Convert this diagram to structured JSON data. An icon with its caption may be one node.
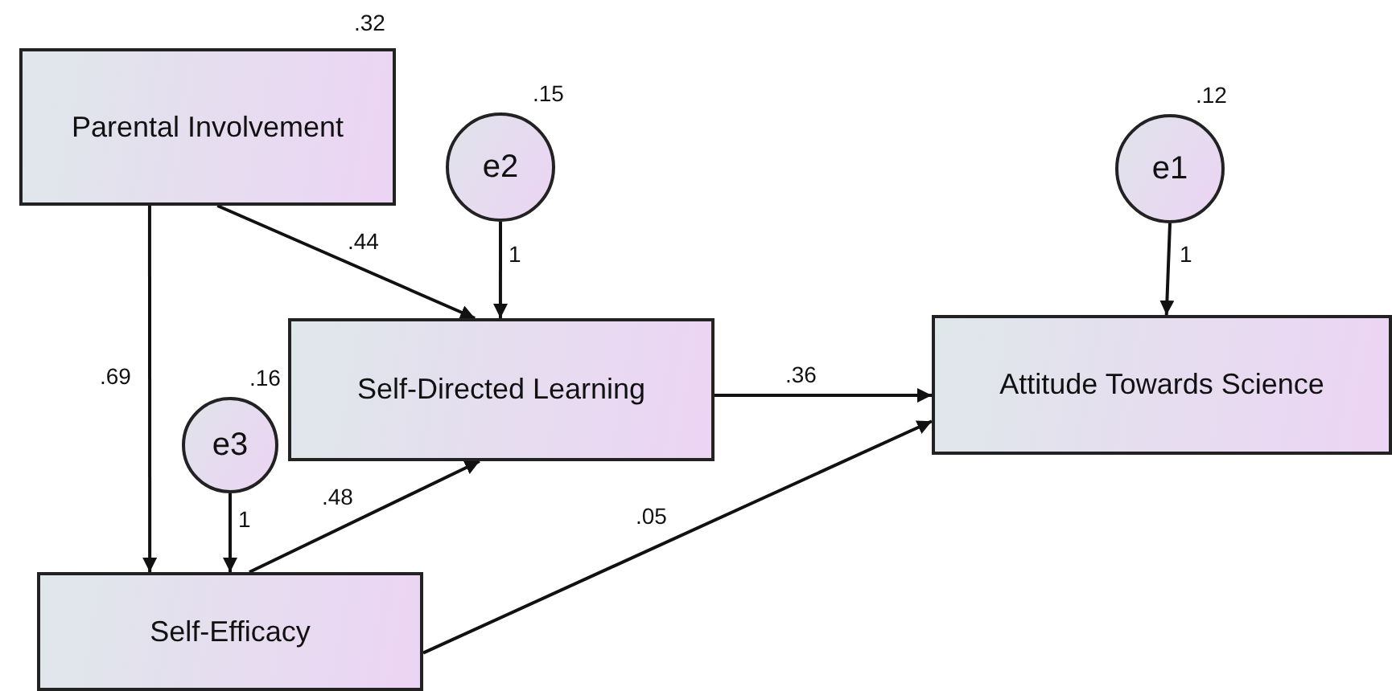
{
  "diagram": {
    "nodes": [
      {
        "text": [
          "Parental Involvement"
        ],
        "beside": [
          ".32"
        ]
      },
      {
        "text": [
          "e2"
        ],
        "beside": [
          ".15"
        ]
      },
      {
        "text": [
          "e1"
        ],
        "beside": [
          ".12"
        ]
      },
      {
        "text": [
          "Self-Directed Learning"
        ]
      },
      {
        "text": [
          "Attitude Towards Science"
        ]
      },
      {
        "text": [
          "e3"
        ],
        "beside": [
          ".16"
        ]
      },
      {
        "text": [
          "Self-Efficacy"
        ]
      }
    ],
    "edges": [
      {
        "from": 0,
        "to": 6,
        "arrow": "to",
        "label": ".69"
      },
      {
        "from": 0,
        "to": 3,
        "arrow": "to",
        "label": ".44"
      },
      {
        "from": 1,
        "to": 3,
        "arrow": "to",
        "label": "1"
      },
      {
        "from": 2,
        "to": 4,
        "arrow": "to",
        "label": "1"
      },
      {
        "from": 3,
        "to": 4,
        "arrow": "to",
        "label": ".36"
      },
      {
        "from": 5,
        "to": 6,
        "arrow": "to",
        "label": "1"
      },
      {
        "from": 6,
        "to": 3,
        "arrow": "to",
        "label": ".48"
      },
      {
        "from": 6,
        "to": 4,
        "arrow": "to",
        "label": ".05"
      }
    ]
  }
}
